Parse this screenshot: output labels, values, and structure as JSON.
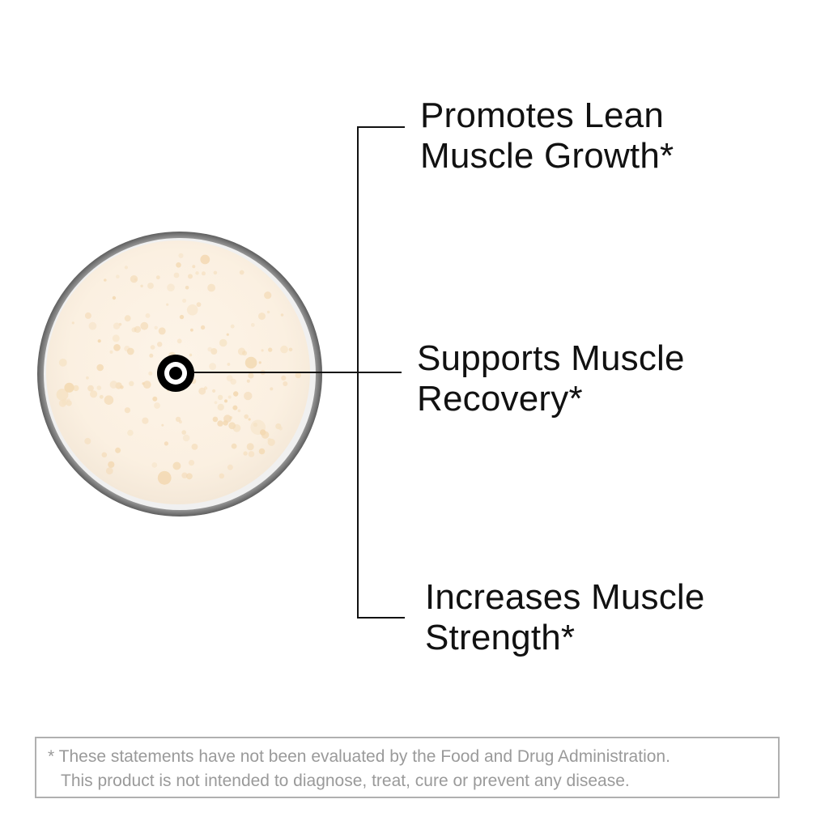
{
  "claims": [
    {
      "line1": "Promotes Lean",
      "line2": "Muscle Growth*"
    },
    {
      "line1": "Supports Muscle",
      "line2": "Recovery*"
    },
    {
      "line1": "Increases Muscle",
      "line2": "Strength*"
    }
  ],
  "disclaimer": {
    "line1": "* These statements have not been evaluated by the Food and Drug Administration.",
    "line2": "This product is not intended to diagnose, treat, cure or prevent any disease."
  },
  "colors": {
    "text": "#111111",
    "disclaimer_text": "#9a9a9a",
    "disclaimer_border": "#b0b0b0",
    "shake": "#fbf1e3",
    "glass_rim": "#8a8a8a",
    "connector": "#111111"
  },
  "icons": {
    "hotspot": "target-icon",
    "image": "protein-shake-glass"
  }
}
